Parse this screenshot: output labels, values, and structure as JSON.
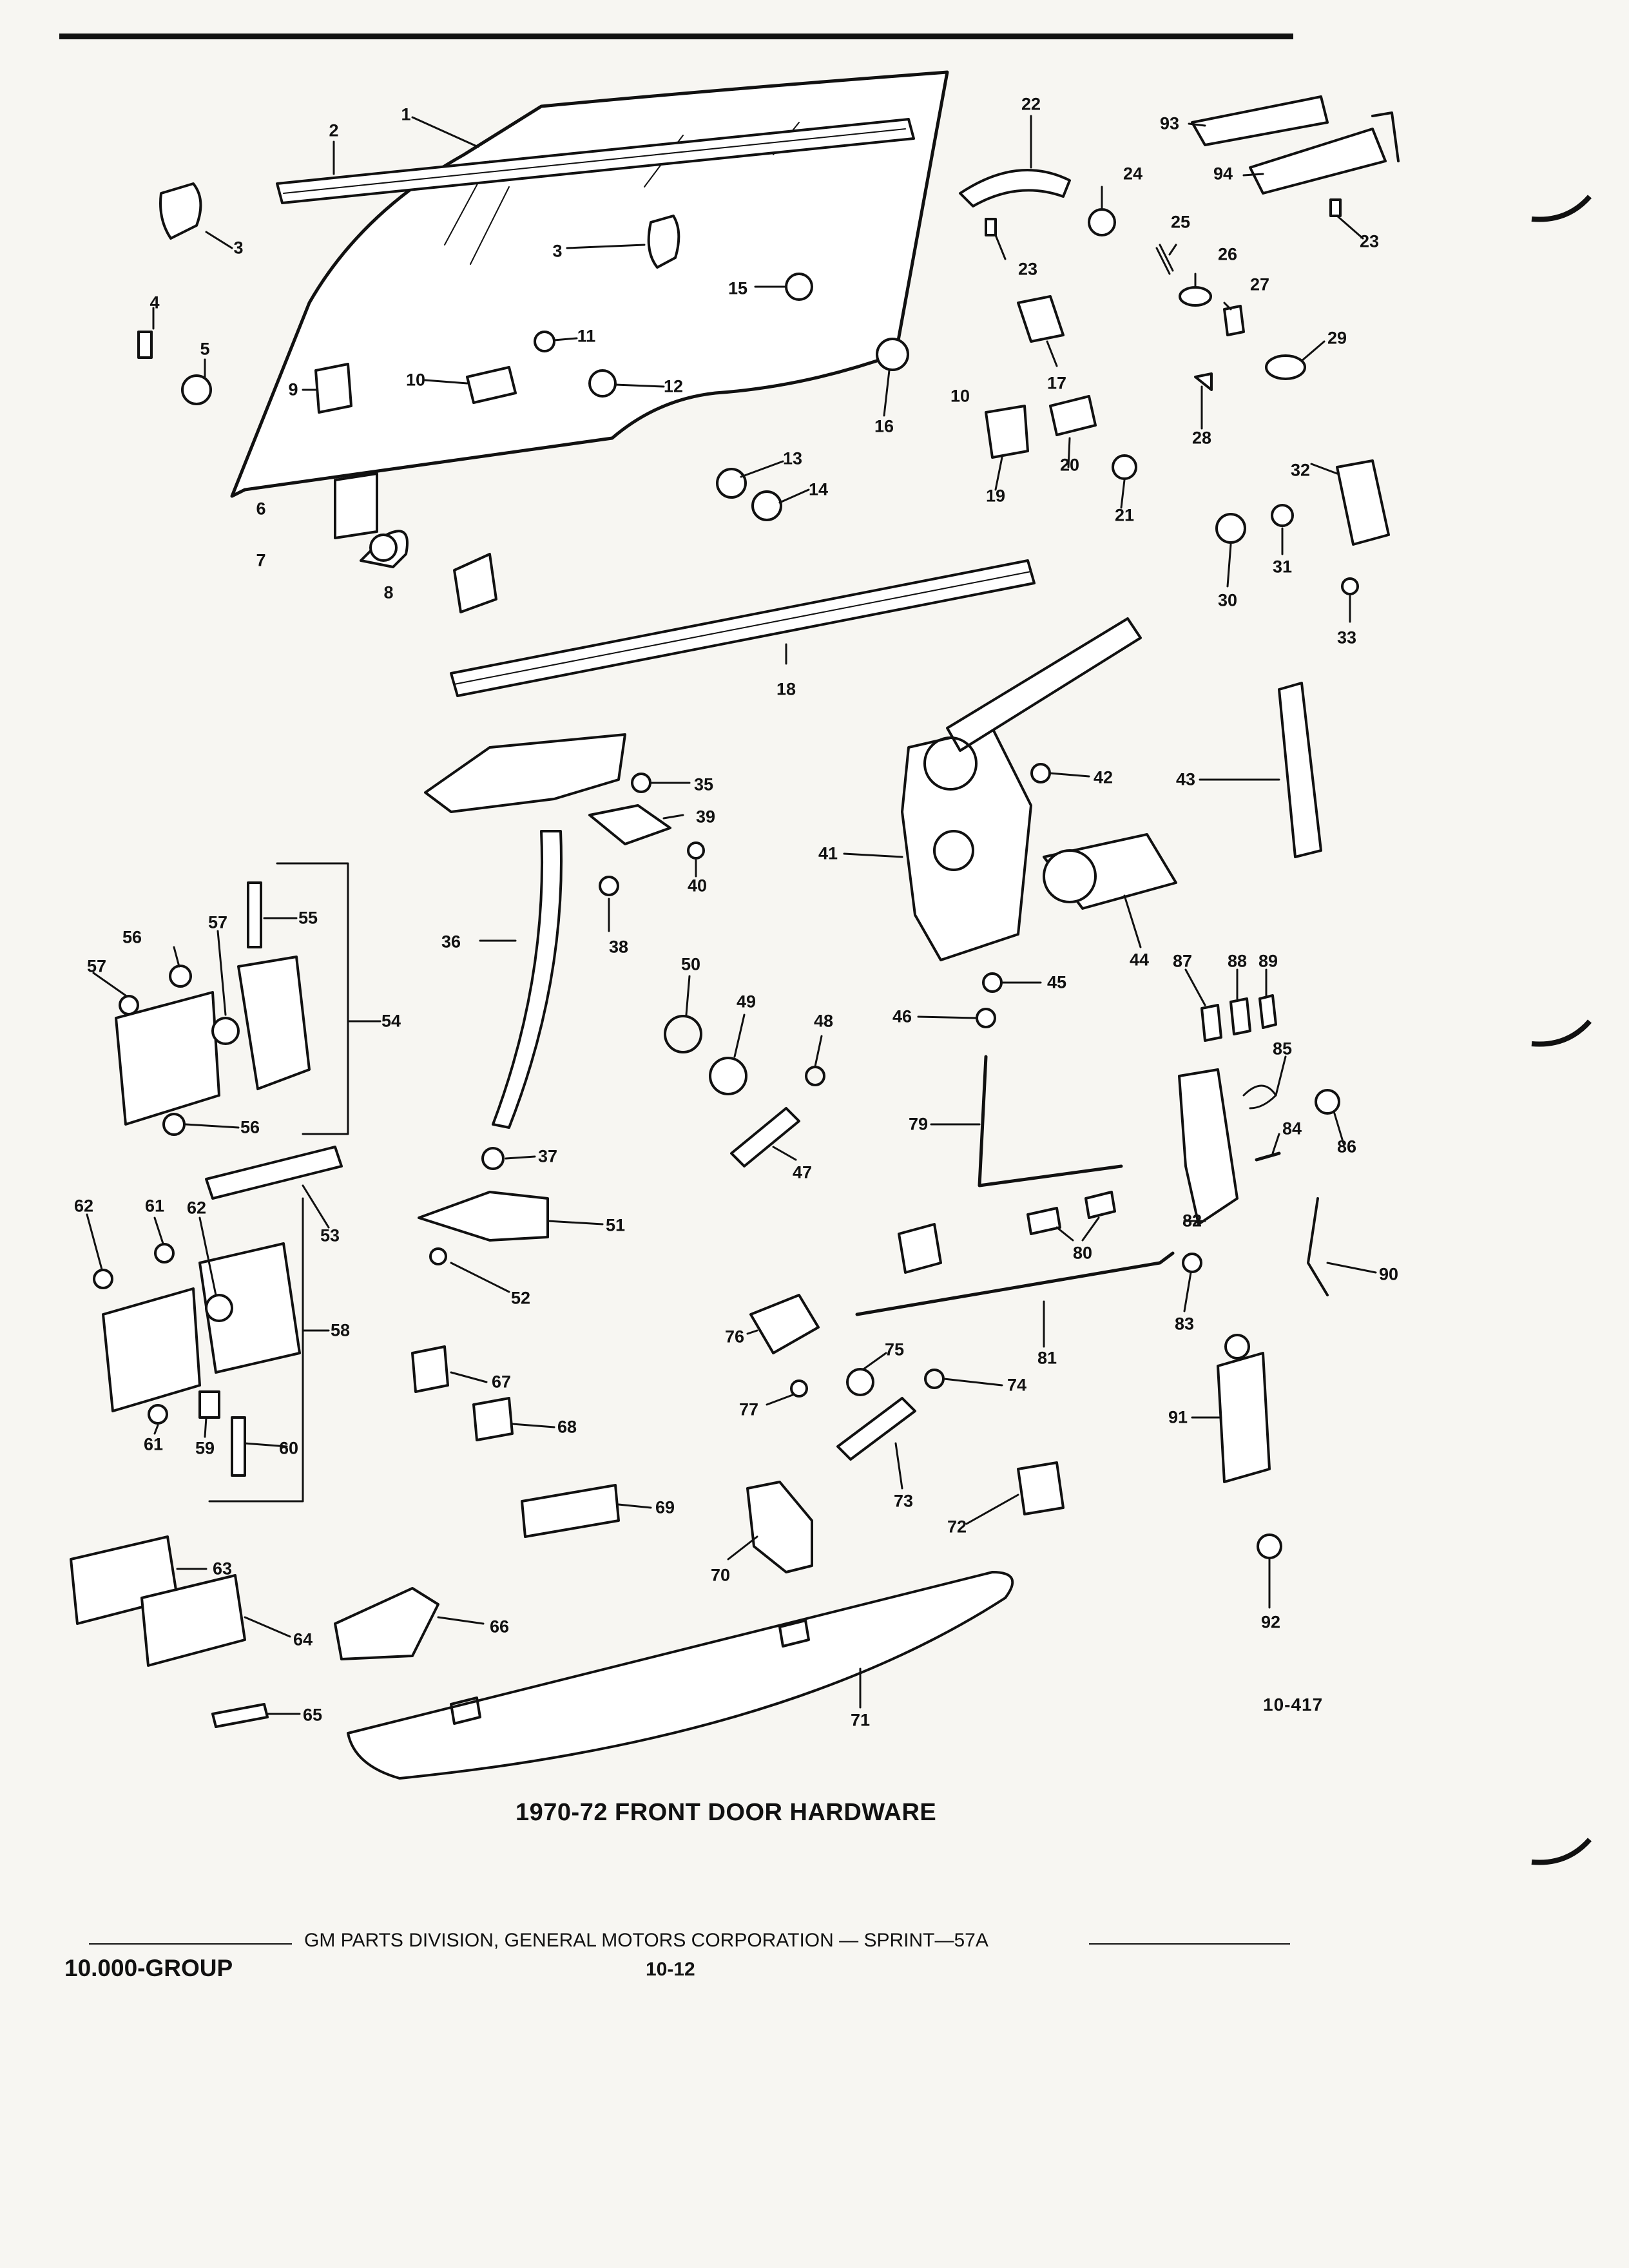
{
  "figure": {
    "title": "1970-72 FRONT DOOR HARDWARE",
    "code": "10-417"
  },
  "footer": {
    "publisher": "GM PARTS DIVISION, GENERAL MOTORS CORPORATION — SPRINT—57A",
    "group": "10.000-GROUP",
    "page": "10-12"
  },
  "labels": [
    "1",
    "2",
    "3",
    "3",
    "4",
    "5",
    "6",
    "7",
    "8",
    "9",
    "10",
    "10",
    "11",
    "12",
    "13",
    "14",
    "15",
    "16",
    "17",
    "18",
    "19",
    "20",
    "21",
    "22",
    "23",
    "23",
    "24",
    "25",
    "26",
    "27",
    "28",
    "29",
    "30",
    "31",
    "32",
    "33",
    "35",
    "36",
    "37",
    "38",
    "39",
    "40",
    "41",
    "42",
    "43",
    "44",
    "45",
    "46",
    "47",
    "48",
    "49",
    "50",
    "51",
    "52",
    "53",
    "54",
    "55",
    "56",
    "56",
    "57",
    "57",
    "58",
    "59",
    "60",
    "61",
    "61",
    "62",
    "62",
    "63",
    "64",
    "65",
    "66",
    "67",
    "68",
    "69",
    "70",
    "71",
    "72",
    "73",
    "74",
    "75",
    "76",
    "77",
    "79",
    "80",
    "81",
    "82",
    "83",
    "84",
    "85",
    "86",
    "87",
    "88",
    "89",
    "90",
    "91",
    "92",
    "93",
    "94"
  ],
  "colors": {
    "ink": "#111111",
    "paper": "#f7f6f2"
  }
}
